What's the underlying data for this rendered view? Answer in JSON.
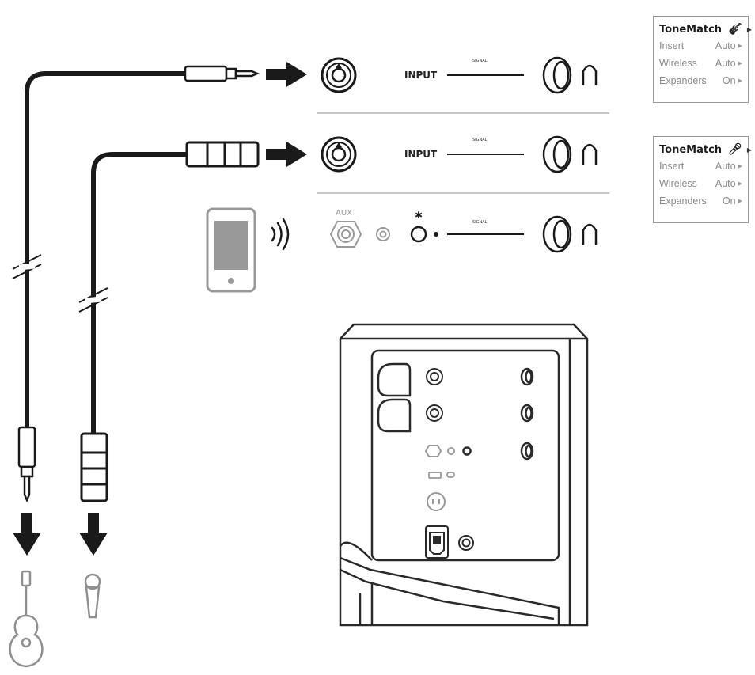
{
  "channels": [
    {
      "input_label": "INPUT",
      "signal_label": "SIGNAL"
    },
    {
      "input_label": "INPUT",
      "signal_label": "SIGNAL"
    },
    {
      "aux_label": "AUX",
      "bluetooth_glyph": "✱",
      "signal_label": "SIGNAL"
    }
  ],
  "menus": [
    {
      "title": "ToneMatch",
      "icon": "guitar-icon",
      "rows": [
        {
          "label": "Insert",
          "value": "Auto"
        },
        {
          "label": "Wireless",
          "value": "Auto"
        },
        {
          "label": "Expanders",
          "value": "On"
        }
      ]
    },
    {
      "title": "ToneMatch",
      "icon": "microphone-icon",
      "rows": [
        {
          "label": "Insert",
          "value": "Auto"
        },
        {
          "label": "Wireless",
          "value": "Auto"
        },
        {
          "label": "Expanders",
          "value": "On"
        }
      ]
    }
  ],
  "colors": {
    "line": "#1a1a1a",
    "panel_border": "#9a9a9a",
    "menu_text": "#8a8a8a"
  }
}
